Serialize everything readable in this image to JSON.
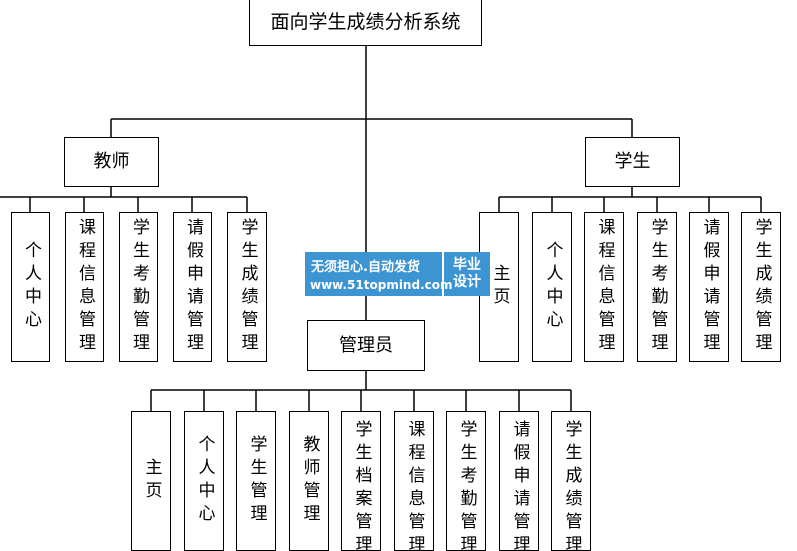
{
  "title": "面向学生成绩分析系统",
  "teacher": {
    "label": "教师",
    "children": [
      "个人中心",
      "课程信息管理",
      "学生考勤管理",
      "请假申请管理",
      "学生成绩管理"
    ]
  },
  "student": {
    "label": "学生",
    "children": [
      "主页",
      "个人中心",
      "课程信息管理",
      "学生考勤管理",
      "请假申请管理",
      "学生成绩管理"
    ]
  },
  "admin": {
    "label": "管理员",
    "children": [
      "主页",
      "个人中心",
      "学生管理",
      "教师管理",
      "学生档案管理",
      "课程信息管理",
      "学生考勤管理",
      "请假申请管理",
      "学生成绩管理"
    ]
  },
  "watermark": {
    "line1": "无须担心.自动发货",
    "line2": "www.51topmind.com",
    "badge_top": "毕业",
    "badge_bottom": "设计",
    "color": "#3c94d3"
  }
}
